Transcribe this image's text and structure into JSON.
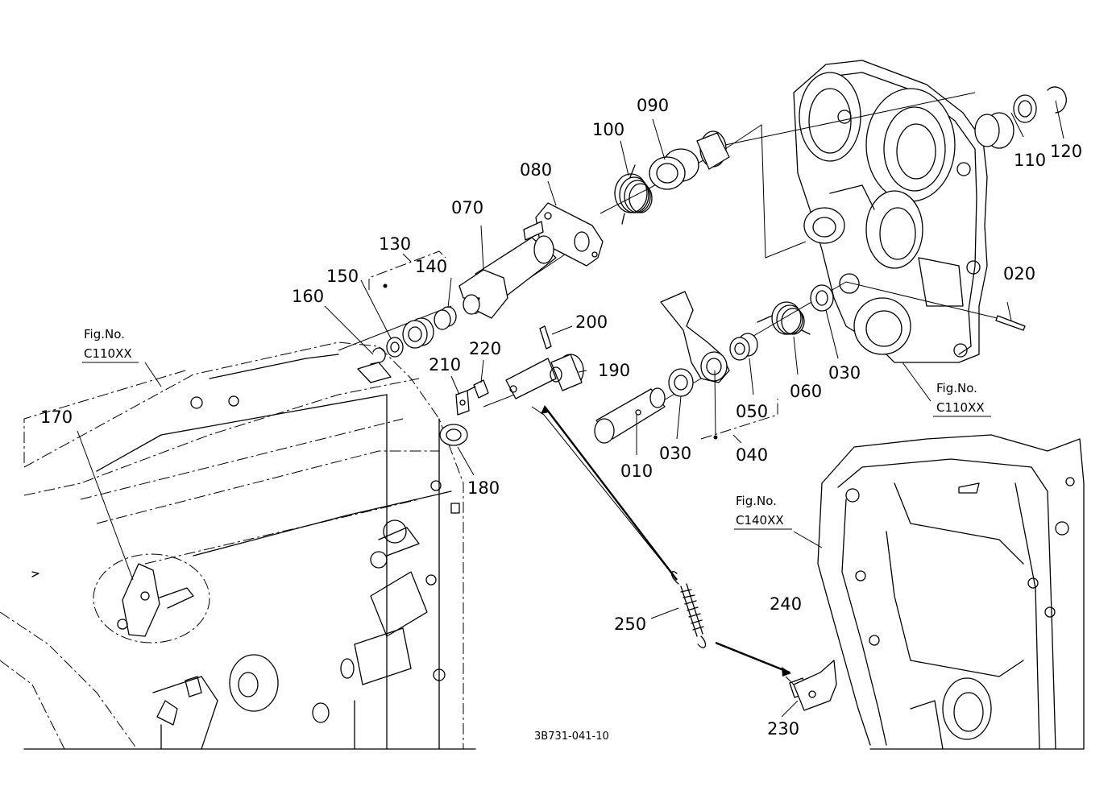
{
  "parts": [
    {
      "id": "p010",
      "label": "010"
    },
    {
      "id": "p020",
      "label": "020"
    },
    {
      "id": "p030a",
      "label": "030"
    },
    {
      "id": "p030b",
      "label": "030"
    },
    {
      "id": "p040",
      "label": "040"
    },
    {
      "id": "p050",
      "label": "050"
    },
    {
      "id": "p060",
      "label": "060"
    },
    {
      "id": "p070",
      "label": "070"
    },
    {
      "id": "p080",
      "label": "080"
    },
    {
      "id": "p090",
      "label": "090"
    },
    {
      "id": "p100",
      "label": "100"
    },
    {
      "id": "p110",
      "label": "110"
    },
    {
      "id": "p120",
      "label": "120"
    },
    {
      "id": "p130",
      "label": "130"
    },
    {
      "id": "p140",
      "label": "140"
    },
    {
      "id": "p150",
      "label": "150"
    },
    {
      "id": "p160",
      "label": "160"
    },
    {
      "id": "p170",
      "label": "170"
    },
    {
      "id": "p180",
      "label": "180"
    },
    {
      "id": "p190",
      "label": "190"
    },
    {
      "id": "p200",
      "label": "200"
    },
    {
      "id": "p210",
      "label": "210"
    },
    {
      "id": "p220",
      "label": "220"
    },
    {
      "id": "p230",
      "label": "230"
    },
    {
      "id": "p240",
      "label": "240"
    },
    {
      "id": "p250",
      "label": "250"
    }
  ],
  "figure_refs": [
    {
      "title": "Fig.No.",
      "code": "C110XX"
    },
    {
      "title": "Fig.No.",
      "code": "C110XX"
    },
    {
      "title": "Fig.No.",
      "code": "C140XX"
    }
  ],
  "drawing_code": "3B731-041-10"
}
